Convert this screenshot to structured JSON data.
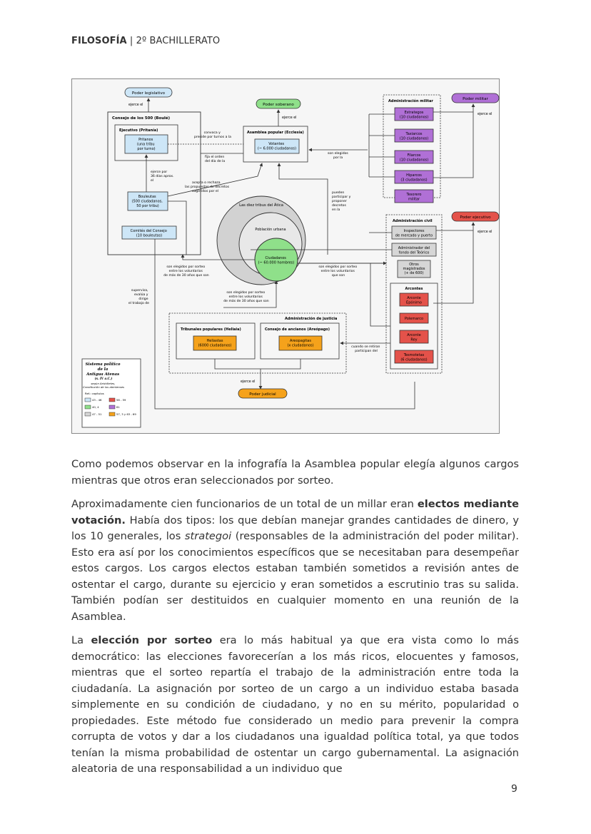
{
  "header": {
    "subject": "FILOSOFÍA",
    "separator": " | ",
    "course": "2º BACHILLERATO"
  },
  "diagram": {
    "poder_legislativo": "Poder legislativo",
    "ejerce_el_1": "ejerce el",
    "consejo": "Consejo de los 500 (Boulé)",
    "ejecutivo": "Ejecutivo (Pritanía)",
    "pritanos": [
      "Pritanos",
      "(una tribu",
      "por turno)"
    ],
    "convoca": [
      "convoca y",
      "preside por turnos a la"
    ],
    "fija_orden": [
      "fija el orden",
      "del día de la"
    ],
    "ejerce_por": [
      "ejerce por",
      "36 días aprox.",
      "el"
    ],
    "bouleutas": [
      "Bouleutas",
      "(500 ciudadanos,",
      "50 por tribu)"
    ],
    "comites": [
      "Comités del Consejo",
      "(10 bouleutas)"
    ],
    "poder_soberano": "Poder soberano",
    "ejerce_el_2": "ejerce el",
    "asamblea": "Asamblea popular (Ecclesía)",
    "votantes": [
      "Votantes",
      "(~ 6.000 ciudadanos)"
    ],
    "acepta": [
      "acepta o rechaza",
      "las propuestas de decretos",
      "sugeridos por el"
    ],
    "son_elegidos_por_la": [
      "son elegidos",
      "por la"
    ],
    "pueden": [
      "pueden",
      "participar y",
      "proponer",
      "decretos",
      "en la"
    ],
    "diez_tribus": "Las diez tribus del Ática",
    "poblacion_urbana": "Población urbana",
    "ciudadanos": [
      "Ciudadanos",
      "(~ 60.000 hombres)"
    ],
    "sorteo_izq": [
      "son elegidos por sorteo",
      "entre los voluntarios",
      "de más de 30 años que son"
    ],
    "sorteo_der": [
      "son elegidos por sorteo",
      "entre los voluntarios",
      "que son"
    ],
    "sorteo_centro": [
      "son elegidos por sorteo",
      "entre los voluntarios",
      "de más de 30 años que son"
    ],
    "supervisa": [
      "supervisa,",
      "evalúa y",
      "dirige",
      "el trabajo de"
    ],
    "admin_militar": "Administración militar",
    "poder_militar": "Poder militar",
    "ejerce_el_3": "ejerce el",
    "estrategos": [
      "Estrategos",
      "(10 ciudadanos)"
    ],
    "taxiarcos": [
      "Taxiarcos",
      "(10 ciudadanos)"
    ],
    "filarcos": [
      "Filarcos",
      "(10 ciudadanos)"
    ],
    "hiparcos": [
      "Hiparcos",
      "(3 ciudadanos)"
    ],
    "tesorero": [
      "Tesorero",
      "militar"
    ],
    "poder_ejecutivo": "Poder ejecutivo",
    "ejerce_el_4": "ejerce el",
    "admin_civil": "Administración civil",
    "inspectores": [
      "Inspectores",
      "de mercado y puerto"
    ],
    "administrador": [
      "Administrador del",
      "fondo del Teórico"
    ],
    "otros": [
      "Otros",
      "magistrados",
      "(+ de 600)"
    ],
    "arcontes": "Arcontes",
    "arconte_eponimo": [
      "Arconte",
      "Epónimo"
    ],
    "polemarco": "Polemarco",
    "arconte_rey": [
      "Arconte",
      "Rey"
    ],
    "tesmotetas": [
      "Tesmotetas",
      "(6 ciudadanos)"
    ],
    "admin_justicia": "Administración de justicia",
    "tribunales": "Tribunales populares (Heliaia)",
    "heliastas": [
      "Heliastas",
      "(6000 ciudadanos)"
    ],
    "consejo_ancianos": "Consejo de ancianos (Areópago)",
    "areopagitas": [
      "Areopagitas",
      "(x ciudadanos)"
    ],
    "cuando_retiran": [
      "cuando se retiran",
      "participan del"
    ],
    "ejerce_el_5": "ejerce el",
    "poder_judicial": "Poder judicial",
    "legend_title": [
      "Sistema político",
      "de la",
      "Antigua Atenas",
      "(s. IV a.C.)"
    ],
    "legend_src": [
      "según Aristóteles,",
      "Constitución de los atenienses"
    ],
    "legend_ref": "Ref.: capítulos",
    "legend_items": [
      "43 - 46",
      "56 - 59",
      "40, 4",
      "61",
      "47 - 51",
      "57, 3 y 63 - 69"
    ],
    "colors": {
      "blue": "#cde6f7",
      "green": "#8fe08a",
      "gray": "#d6d6d6",
      "red": "#e4524a",
      "purple": "#b070d6",
      "orange": "#f5a21b"
    }
  },
  "paragraphs": {
    "p1": "Como podemos observar en la infografía la Asamblea popular elegía algunos cargos mientras que otros eran seleccionados por sorteo.",
    "p2_a": "Aproximadamente cien funcionarios de un total de un millar eran ",
    "p2_b": "electos mediante votación.",
    "p2_c": " Había dos tipos: los que debían manejar grandes cantidades de dinero, y los 10 generales, los ",
    "p2_d": "strategoi",
    "p2_e": " (responsables de la administración del poder militar). Esto era así por los conocimientos específicos que se necesitaban para desempeñar estos cargos. Los cargos electos estaban también sometidos a revisión antes de ostentar el cargo, durante su ejercicio y eran sometidos a escrutinio tras su salida. También podían ser destituidos en cualquier momento en una reunión de la Asamblea.",
    "p3_a": "La ",
    "p3_b": "elección por sorteo",
    "p3_c": " era lo más habitual ya que era vista como lo más democrático: las elecciones favorecerían a los más ricos, elocuentes y famosos, mientras que el sorteo repartía el trabajo de la administración entre toda la ciudadanía. La asignación por sorteo de un cargo a un individuo estaba basada simplemente en su condición de ciudadano, y no en su mérito, popularidad o propiedades. Este método fue considerado un medio para prevenir la compra corrupta de votos y dar a los ciudadanos una igualdad política total, ya que todos tenían la misma probabilidad de ostentar un cargo gubernamental. La asignación aleatoria de una responsabilidad a un individuo que"
  },
  "page_number": "9"
}
